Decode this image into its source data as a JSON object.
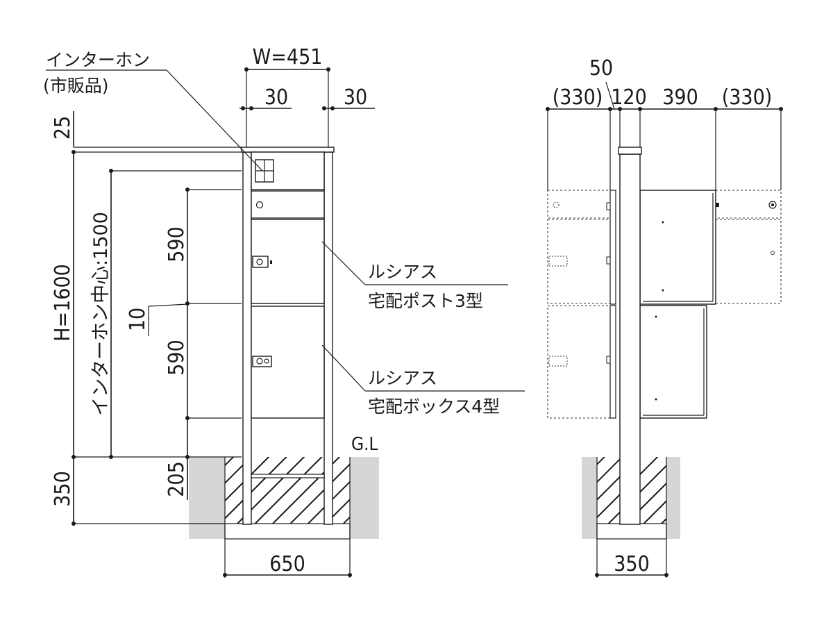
{
  "labels": {
    "intercom": "インターホン",
    "intercom_sub": "(市販品)",
    "post": "ルシアス",
    "post_sub": "宅配ポスト3型",
    "box": "ルシアス",
    "box_sub": "宅配ボックス4型",
    "ground": "G.L"
  },
  "front_dims": {
    "width": "W=451",
    "left_margin": "30",
    "right_margin": "30",
    "top_cap": "25",
    "height": "H=1600",
    "intercom_center": "インターホン中心:1500",
    "upper_unit": "590",
    "gap": "10",
    "lower_unit": "590",
    "embed_depth": "205",
    "foundation_depth": "350",
    "foundation_width": "650"
  },
  "side_dims": {
    "post_offset": "50",
    "left_side": "(330)",
    "post_width": "120",
    "unit_depth": "390",
    "right_side": "(330)",
    "foundation_width": "350"
  },
  "colors": {
    "line": "#1a1a1a",
    "ground_fill": "#d6d6d6"
  }
}
